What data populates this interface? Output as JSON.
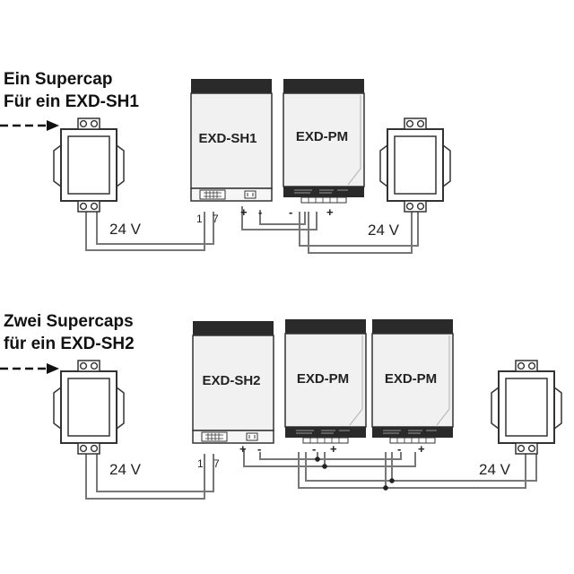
{
  "diagram_top": {
    "heading_line1": "Ein Supercap",
    "heading_line2": "Für ein EXD-SH1",
    "controller_label": "EXD-SH1",
    "module_label": "EXD-PM",
    "voltage_left": "24 V",
    "voltage_right": "24 V",
    "terminal_1": "1",
    "terminal_7": "7",
    "plus": "+",
    "minus": "-"
  },
  "diagram_bottom": {
    "heading_line1": "Zwei Supercaps",
    "heading_line2": "für ein EXD-SH2",
    "controller_label": "EXD-SH2",
    "module1_label": "EXD-PM",
    "module2_label": "EXD-PM",
    "voltage_left": "24 V",
    "voltage_right": "24 V",
    "terminal_1": "1",
    "terminal_7": "7",
    "plus": "+",
    "minus": "-"
  },
  "colors": {
    "line": "#777777",
    "dark": "#222222",
    "box_fill": "#f1f1f1"
  }
}
